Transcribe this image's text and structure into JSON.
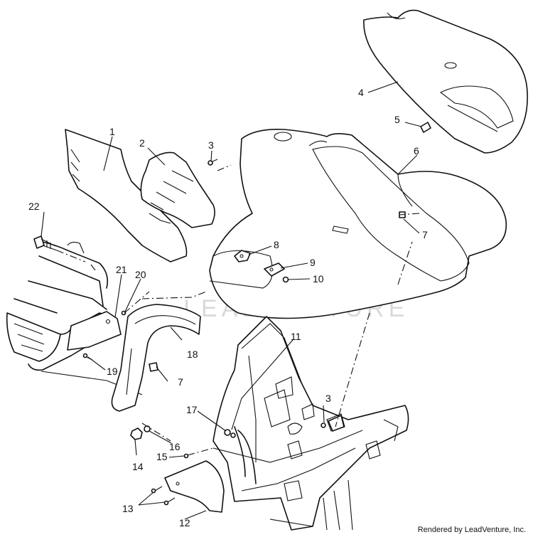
{
  "watermark": "LEADVENTURE",
  "footer": "Rendered by LeadVenture, Inc.",
  "callouts": {
    "c1": "1",
    "c2": "2",
    "c3a": "3",
    "c3b": "3",
    "c4": "4",
    "c5": "5",
    "c6": "6",
    "c7a": "7",
    "c7b": "7",
    "c8": "8",
    "c9": "9",
    "c10": "10",
    "c11": "11",
    "c12": "12",
    "c13": "13",
    "c14": "14",
    "c15": "15",
    "c16": "16",
    "c17": "17",
    "c18": "18",
    "c19": "19",
    "c20": "20",
    "c21": "21",
    "c22": "22"
  }
}
